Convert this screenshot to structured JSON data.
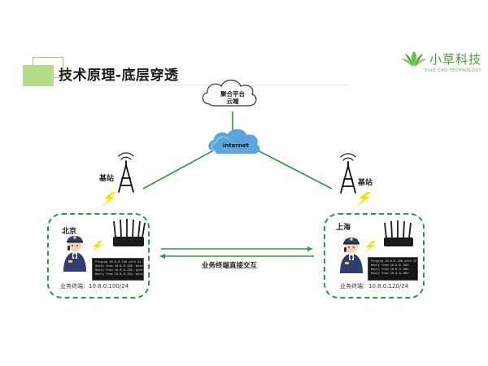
{
  "title": "技术原理-底层穿透",
  "logo": {
    "name": "小草科技",
    "subtitle": "XIAO CAO TECHNOLOGY"
  },
  "cloud_platform": "聚合平台\n云端",
  "cloud_platform_lines": [
    "聚合平台",
    "云端"
  ],
  "internet_label": "internet",
  "base_station_label": "基站",
  "beijing": {
    "city": "北京",
    "terminal_label": "业务终端：10.8.0.100/24",
    "terminal_lines": [
      "Pinging 10.8.0.120 with 32 bytes",
      "Reply from 10.8.0.120: bytes=3",
      "Reply from 10.8.0.120: bytes=3",
      "Reply from 10.8.0.120: bytes=3"
    ]
  },
  "shanghai": {
    "city": "上海",
    "terminal_label": "业务终端：10.8.0.120/24",
    "terminal_lines": [
      "Pinging 10.8.0.100 with 32",
      "Reply from 10.8.0.100:",
      "Reply from 10.8.0.100:",
      "Reply from 10.8.0.100:"
    ]
  },
  "interaction_label": "业务终端直接交互",
  "colors": {
    "accent_green": "#2a9a44",
    "title_green": "#b5dd88",
    "cloud_blue": "#5aa7dc",
    "bolt_yellow": "#f2e600",
    "logo_green": "#4b9b3a"
  }
}
